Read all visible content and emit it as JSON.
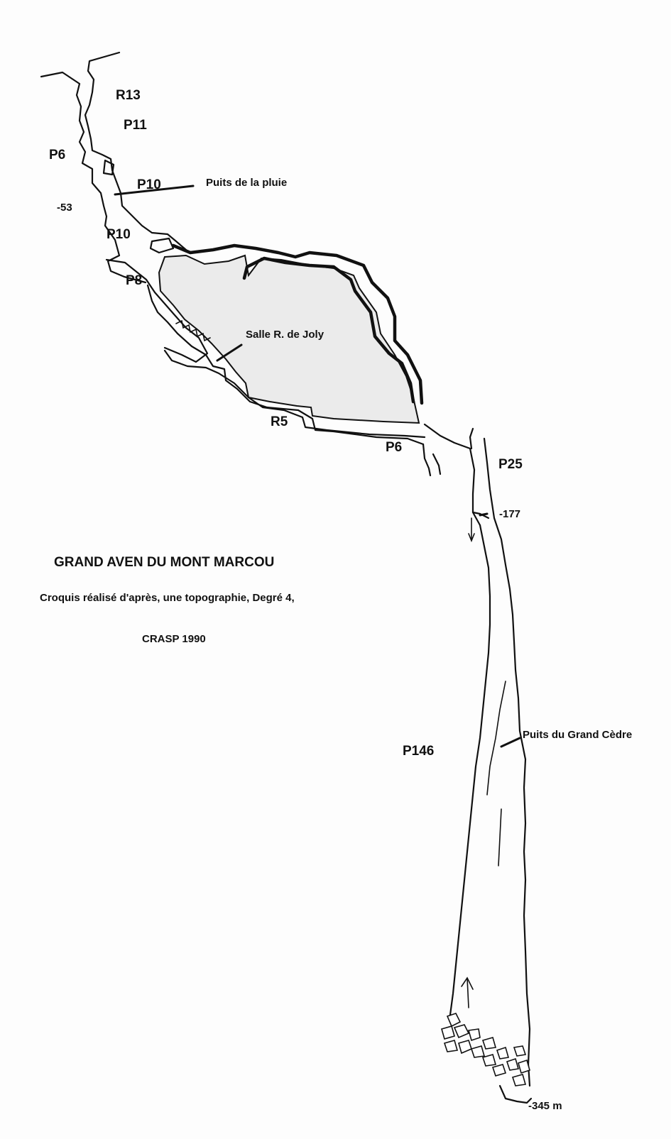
{
  "title": "GRAND AVEN DU MONT MARCOU",
  "subtitle": "Croquis réalisé d'après, une topographie, Degré 4,",
  "credit": "CRASP 1990",
  "labels": {
    "r13": "R13",
    "p11": "P11",
    "p6_top": "P6",
    "p10_upper": "P10",
    "depth_53": "-53",
    "p10_lower": "P10",
    "p8": "P8",
    "r5": "R5",
    "p6_mid": "P6",
    "p25": "P25",
    "depth_177": "-177",
    "p146": "P146",
    "depth_345": "-345 m"
  },
  "annotations": {
    "puits_pluie": "Puits de la pluie",
    "salle_joly": "Salle R. de Joly",
    "puits_cedre": "Puits du Grand Cèdre"
  },
  "colors": {
    "ink": "#111111",
    "chamber_fill": "#ebebeb"
  }
}
